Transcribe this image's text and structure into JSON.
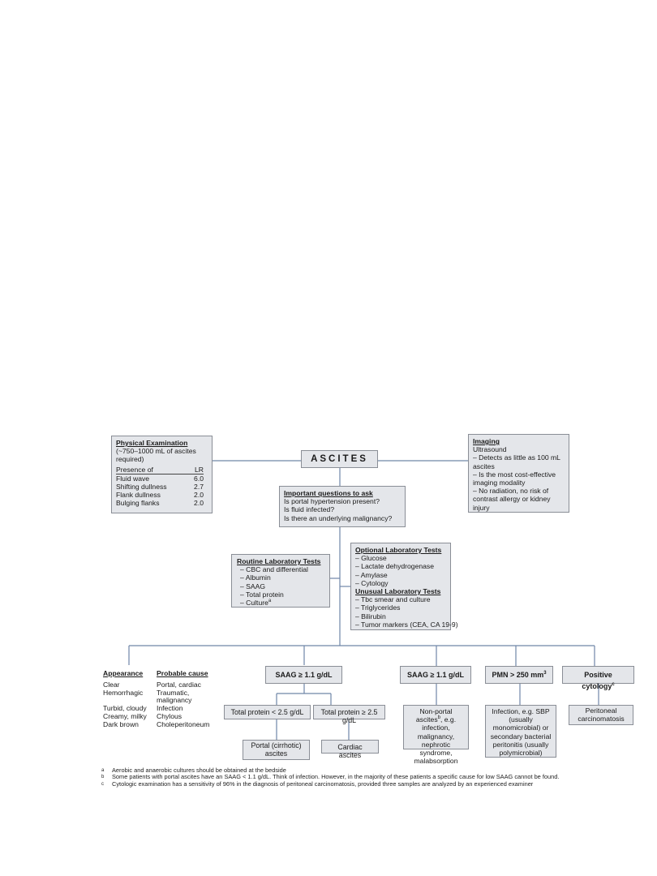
{
  "diagram": {
    "title": "ASCITES",
    "physical_exam": {
      "title": "Physical Examination",
      "subtitle": "(~750–1000 mL of ascites required)",
      "col1": "Presence of",
      "col2": "LR",
      "rows": [
        {
          "sign": "Fluid wave",
          "lr": "6.0"
        },
        {
          "sign": "Shifting dullness",
          "lr": "2.7"
        },
        {
          "sign": "Flank dullness",
          "lr": "2.0"
        },
        {
          "sign": "Bulging flanks",
          "lr": "2.0"
        }
      ]
    },
    "imaging": {
      "title": "Imaging",
      "subtitle": "Ultrasound",
      "items": [
        "– Detects as little as 100 mL ascites",
        "– Is the most cost-effective imaging modality",
        "– No radiation, no risk of contrast allergy or kidney injury"
      ]
    },
    "questions": {
      "title": "Important questions to ask",
      "items": [
        "Is portal hypertension present?",
        "Is fluid infected?",
        "Is there an underlying malignancy?"
      ]
    },
    "routine": {
      "title": "Routine Laboratory Tests",
      "items": [
        "– CBC and differential",
        "– Albumin",
        "– SAAG",
        "– Total protein",
        "– Culture"
      ],
      "culture_mark": "a"
    },
    "optional": {
      "title": "Optional Laboratory Tests",
      "items": [
        "– Glucose",
        "– Lactate dehydrogenase",
        "– Amylase",
        "– Cytology"
      ],
      "unusual_title": "Unusual Laboratory Tests",
      "unusual_items": [
        "– Tbc smear and culture",
        "– Triglycerides",
        "– Bilirubin",
        "– Tumor markers (CEA, CA 19-9)"
      ]
    },
    "appearance": {
      "col1": "Appearance",
      "col2": "Probable cause",
      "rows": [
        {
          "appearance": "Clear",
          "cause": "Portal, cardiac"
        },
        {
          "appearance": "Hemorrhagic",
          "cause": "Traumatic, malignancy"
        },
        {
          "appearance": "Turbid, cloudy",
          "cause": "Infection"
        },
        {
          "appearance": "Creamy, milky",
          "cause": "Chylous"
        },
        {
          "appearance": "Dark brown",
          "cause": "Choleperitoneum"
        }
      ]
    },
    "saag_high": "SAAG ≥ 1.1 g/dL",
    "total_protein_low": "Total protein < 2.5 g/dL",
    "total_protein_high": "Total protein ≥ 2.5 g/dL",
    "portal_ascites": "Portal (cirrhotic) ascites",
    "cardiac_ascites": "Cardiac ascites",
    "saag_low": "SAAG ≥ 1.1 g/dL",
    "non_portal": {
      "label": "Non-portal ascites",
      "mark": "b",
      "detail": ", e.g. infection, malignancy, nephrotic syndrome, malabsorption"
    },
    "pmn": {
      "label": "PMN > 250 mm",
      "mark": "3"
    },
    "infection": "Infection, e.g. SBP (usually monomicrobial) or secondary bacterial peritonitis (usually polymicrobial)",
    "cytology": {
      "label": "Positive cytology",
      "mark": "c"
    },
    "carcinomatosis": "Peritoneal carcinomatosis"
  },
  "footnotes": [
    {
      "mark": "a",
      "text": "Aerobic and anaerobic cultures should be obtained at the bedside"
    },
    {
      "mark": "b",
      "text": "Some patients with portal ascites have an SAAG < 1.1 g/dL. Think of infection. However, in the majority of these patients a specific cause for low SAAG cannot be found."
    },
    {
      "mark": "c",
      "text": "Cytologic examination has a sensitivity of 96% in the diagnosis of peritoneal carcinomatosis, provided three samples are analyzed by an experienced examiner"
    }
  ],
  "colors": {
    "box_fill": "#e4e6ea",
    "box_border": "#8a8e96",
    "line": "#6f86a8"
  }
}
